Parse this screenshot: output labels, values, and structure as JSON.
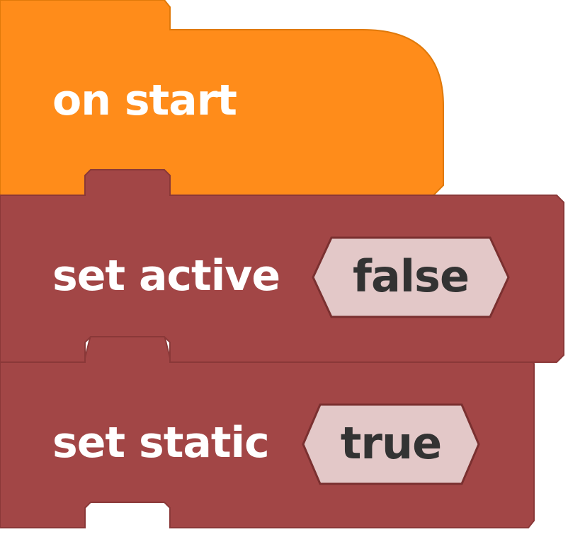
{
  "blocks": {
    "on_start": {
      "label": "on start",
      "color": "#FF8C1A"
    },
    "set_active": {
      "label": "set active",
      "value": "false",
      "color": "#A24646",
      "value_bg": "#E3C8C8"
    },
    "set_static": {
      "label": "set static",
      "value": "true",
      "color": "#A24646",
      "value_bg": "#E3C8C8"
    }
  }
}
